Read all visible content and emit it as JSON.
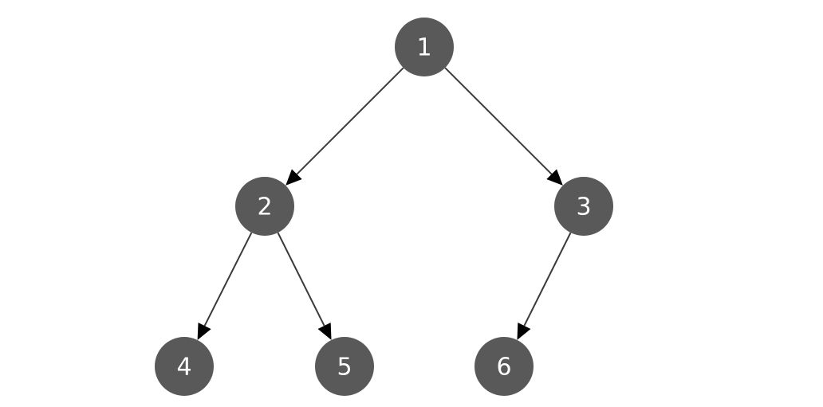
{
  "tree": {
    "nodes": [
      {
        "id": "1",
        "label": "1"
      },
      {
        "id": "2",
        "label": "2"
      },
      {
        "id": "3",
        "label": "3"
      },
      {
        "id": "4",
        "label": "4"
      },
      {
        "id": "5",
        "label": "5"
      },
      {
        "id": "6",
        "label": "6"
      }
    ],
    "edges": [
      {
        "from": "1",
        "to": "2"
      },
      {
        "from": "1",
        "to": "3"
      },
      {
        "from": "2",
        "to": "4"
      },
      {
        "from": "2",
        "to": "5"
      },
      {
        "from": "3",
        "to": "6"
      }
    ],
    "colors": {
      "node_fill": "#595959",
      "node_text": "#ffffff",
      "edge": "#3a3a3a",
      "arrowhead": "#000000",
      "background": "#ffffff"
    }
  }
}
